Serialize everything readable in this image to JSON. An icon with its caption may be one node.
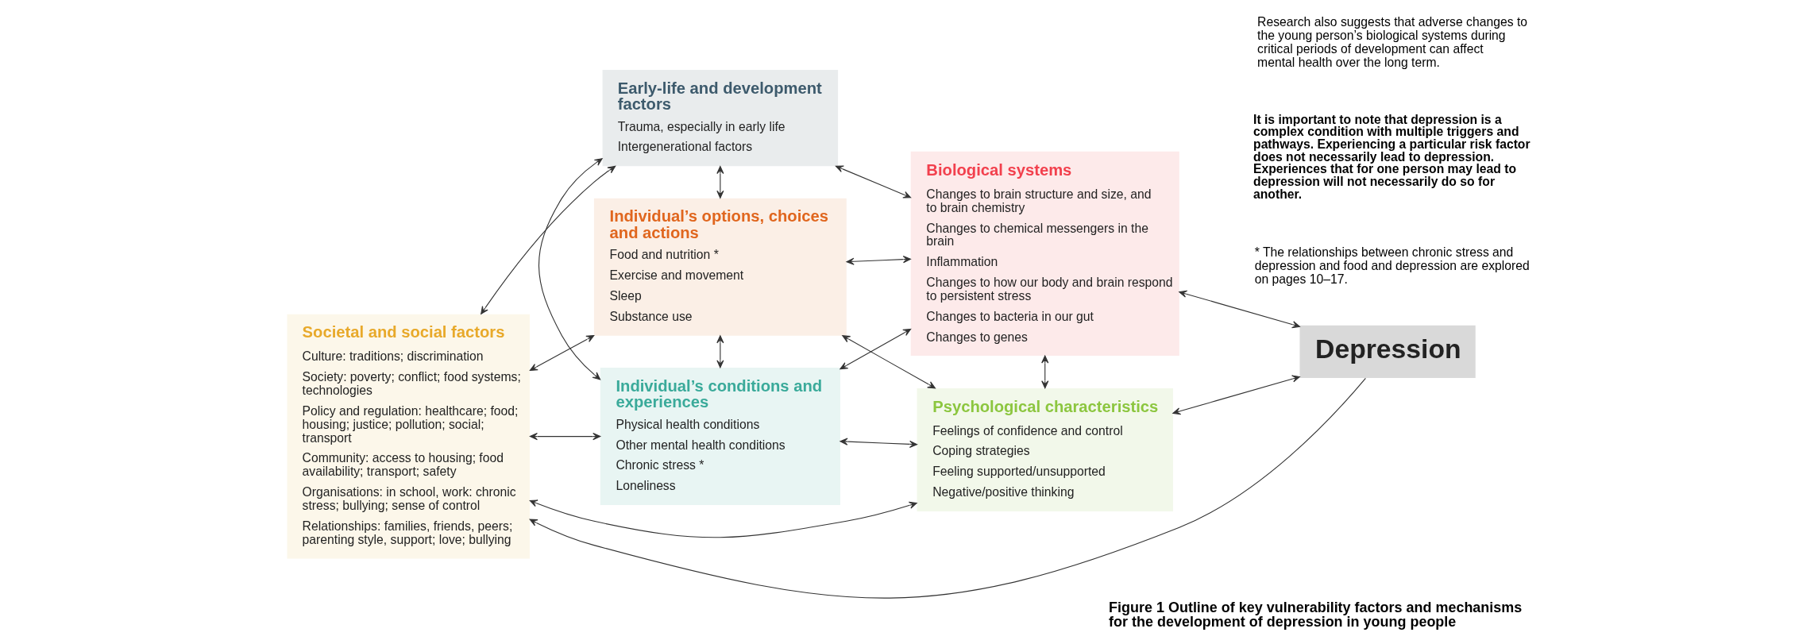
{
  "diagram": {
    "caption": "Figure 1 Outline of key vulnerability factors and mechanisms for the development of depression in young people",
    "nodes": [
      {
        "text": [
          "Early-life and development factors",
          "Trauma, especially in early life",
          "Intergenerational factors"
        ]
      },
      {
        "text": [
          "Biological systems",
          "Changes to brain structure and size, and to brain chemistry",
          "Changes to chemical messengers in the brain",
          "Inflammation",
          "Changes to how our body and brain respond to persistent stress",
          "Changes to bacteria in our gut",
          "Changes to genes"
        ]
      },
      {
        "text": [
          "Societal and social factors",
          "Culture: traditions; discrimination",
          "Society: poverty; conflict; food systems; technologies",
          "Policy and regulation: healthcare; food; housing; justice; pollution; social; transport",
          "Community: access to housing; food availability; transport; safety",
          "Organisations: in school, work: chronic stress; bullying; sense of control",
          "Relationships: families, friends, peers; parenting style, support; love; bullying"
        ]
      },
      {
        "text": [
          "Individual’s options, choices and actions",
          "Food and nutrition *",
          "Exercise and movement",
          "Sleep",
          "Substance use"
        ]
      },
      {
        "text": [
          "Individual’s conditions and experiences",
          "Physical health conditions",
          "Other mental health conditions",
          "Chronic stress *",
          "Loneliness"
        ]
      },
      {
        "text": [
          "Psychological characteristics",
          "Feelings of confidence and control",
          "Coping strategies",
          "Feeling supported/unsupported",
          "Negative/positive thinking"
        ]
      },
      {
        "text": [
          "Depression"
        ]
      }
    ],
    "edges": [
      {
        "from": 6,
        "to": 2,
        "arrow": "to"
      },
      {
        "from": 0,
        "to": 1,
        "arrow": "both"
      },
      {
        "from": 0,
        "to": 2,
        "arrow": "both"
      },
      {
        "from": 0,
        "to": 4,
        "arrow": "both"
      },
      {
        "from": 0,
        "to": 3,
        "arrow": "both"
      },
      {
        "from": 2,
        "to": 3,
        "arrow": "both"
      },
      {
        "from": 2,
        "to": 4,
        "arrow": "both"
      },
      {
        "from": 3,
        "to": 4,
        "arrow": "both"
      },
      {
        "from": 3,
        "to": 1,
        "arrow": "both"
      },
      {
        "from": 3,
        "to": 5,
        "arrow": "both"
      },
      {
        "from": 4,
        "to": 1,
        "arrow": "both"
      },
      {
        "from": 4,
        "to": 5,
        "arrow": "both"
      },
      {
        "from": 1,
        "to": 5,
        "arrow": "both"
      },
      {
        "from": 1,
        "to": 6,
        "arrow": "both"
      },
      {
        "from": 5,
        "to": 6,
        "arrow": "both"
      },
      {
        "from": 2,
        "to": 5,
        "arrow": "both"
      }
    ],
    "labels": [
      "Research also suggests that adverse changes to the young person’s biological systems during critical periods of development can affect mental health over the long term.",
      "It is important to note that depression is a complex condition with multiple triggers and pathways. Experiencing a particular risk factor does not necessarily lead to depression. Experiences that for one person may lead to depression will not necessarily do so for another.",
      "* The relationships between chronic stress and depression and food and depression are explored on pages 10–17."
    ]
  }
}
